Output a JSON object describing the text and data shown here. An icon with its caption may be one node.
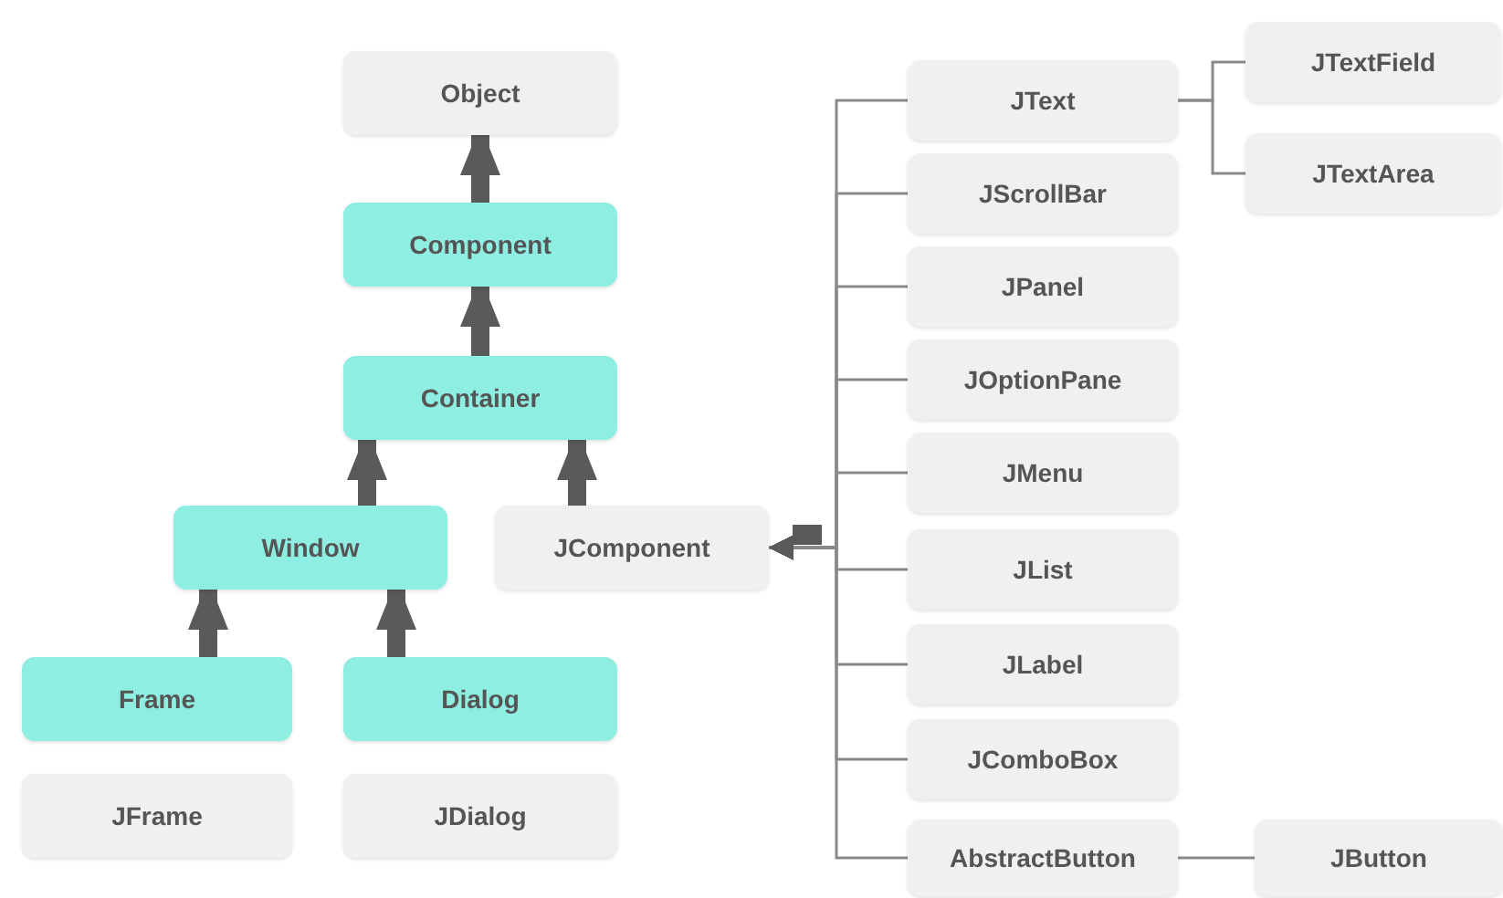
{
  "diagram": {
    "nodes": [
      {
        "text": [
          "Object"
        ]
      },
      {
        "text": [
          "Component"
        ]
      },
      {
        "text": [
          "Container"
        ]
      },
      {
        "text": [
          "Window"
        ]
      },
      {
        "text": [
          "JComponent"
        ]
      },
      {
        "text": [
          "Frame"
        ]
      },
      {
        "text": [
          "Dialog"
        ]
      },
      {
        "text": [
          "JFrame"
        ]
      },
      {
        "text": [
          "JDialog"
        ]
      },
      {
        "text": [
          "JText"
        ]
      },
      {
        "text": [
          "JScrollBar"
        ]
      },
      {
        "text": [
          "JPanel"
        ]
      },
      {
        "text": [
          "JOptionPane"
        ]
      },
      {
        "text": [
          "JMenu"
        ]
      },
      {
        "text": [
          "JList"
        ]
      },
      {
        "text": [
          "JLabel"
        ]
      },
      {
        "text": [
          "JComboBox"
        ]
      },
      {
        "text": [
          "AbstractButton"
        ]
      },
      {
        "text": [
          "JTextField"
        ]
      },
      {
        "text": [
          "JTextArea"
        ]
      },
      {
        "text": [
          "JButton"
        ]
      }
    ],
    "edges": [
      {
        "from": 1,
        "to": 0,
        "arrow": "to",
        "style": "thick"
      },
      {
        "from": 2,
        "to": 1,
        "arrow": "to",
        "style": "thick"
      },
      {
        "from": 3,
        "to": 2,
        "arrow": "to",
        "style": "thick"
      },
      {
        "from": 4,
        "to": 2,
        "arrow": "to",
        "style": "thick"
      },
      {
        "from": 5,
        "to": 3,
        "arrow": "to",
        "style": "thick"
      },
      {
        "from": 6,
        "to": 3,
        "arrow": "to",
        "style": "thick"
      },
      {
        "from": 9,
        "to": 4,
        "arrow": "to"
      },
      {
        "from": 10,
        "to": 4,
        "arrow": "to"
      },
      {
        "from": 11,
        "to": 4,
        "arrow": "to"
      },
      {
        "from": 12,
        "to": 4,
        "arrow": "to"
      },
      {
        "from": 13,
        "to": 4,
        "arrow": "to"
      },
      {
        "from": 14,
        "to": 4,
        "arrow": "to"
      },
      {
        "from": 15,
        "to": 4,
        "arrow": "to"
      },
      {
        "from": 16,
        "to": 4,
        "arrow": "to"
      },
      {
        "from": 17,
        "to": 4,
        "arrow": "to"
      },
      {
        "from": 9,
        "to": 18,
        "arrow": "none"
      },
      {
        "from": 9,
        "to": 19,
        "arrow": "none"
      },
      {
        "from": 17,
        "to": 20,
        "arrow": "none"
      }
    ]
  }
}
